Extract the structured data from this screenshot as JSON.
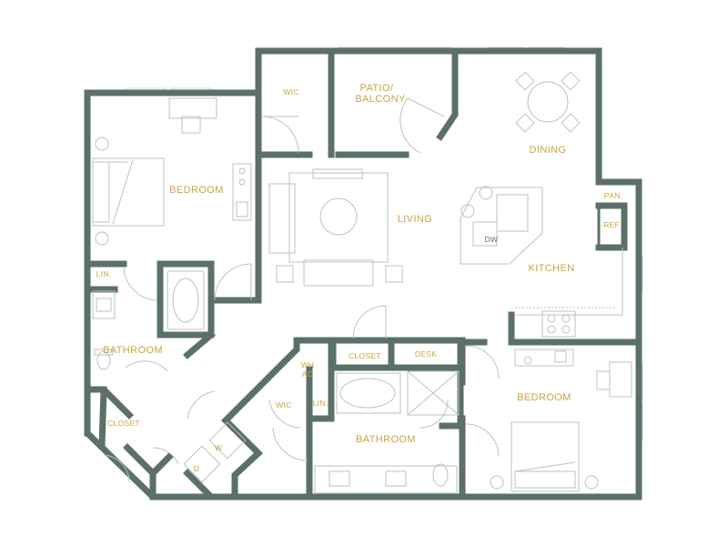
{
  "rooms": {
    "bedroom_left": "BEDROOM",
    "wic_top": "WIC",
    "patio_line1": "PATIO/",
    "patio_line2": "BALCONY",
    "dining": "DINING",
    "living": "LIVING",
    "kitchen": "KITCHEN",
    "pantry": "PAN.",
    "refrigerator": "REF.",
    "dishwasher": "DW",
    "linen_left": "LIN.",
    "bathroom_left": "BATHROOM",
    "closet_left": "CLOSET",
    "washer": "W",
    "dryer": "D",
    "water_heater_line1": "WH",
    "water_heater_line2": "AC",
    "wic_bottom": "WIC",
    "linen_center": "LIN.",
    "closet_center": "CLOSET",
    "desk": "DESK",
    "bathroom_center": "BATHROOM",
    "bedroom_right": "BEDROOM"
  },
  "colors": {
    "wall": "#5a7068",
    "label": "#c9a441",
    "fixture": "#b9c3bf"
  }
}
